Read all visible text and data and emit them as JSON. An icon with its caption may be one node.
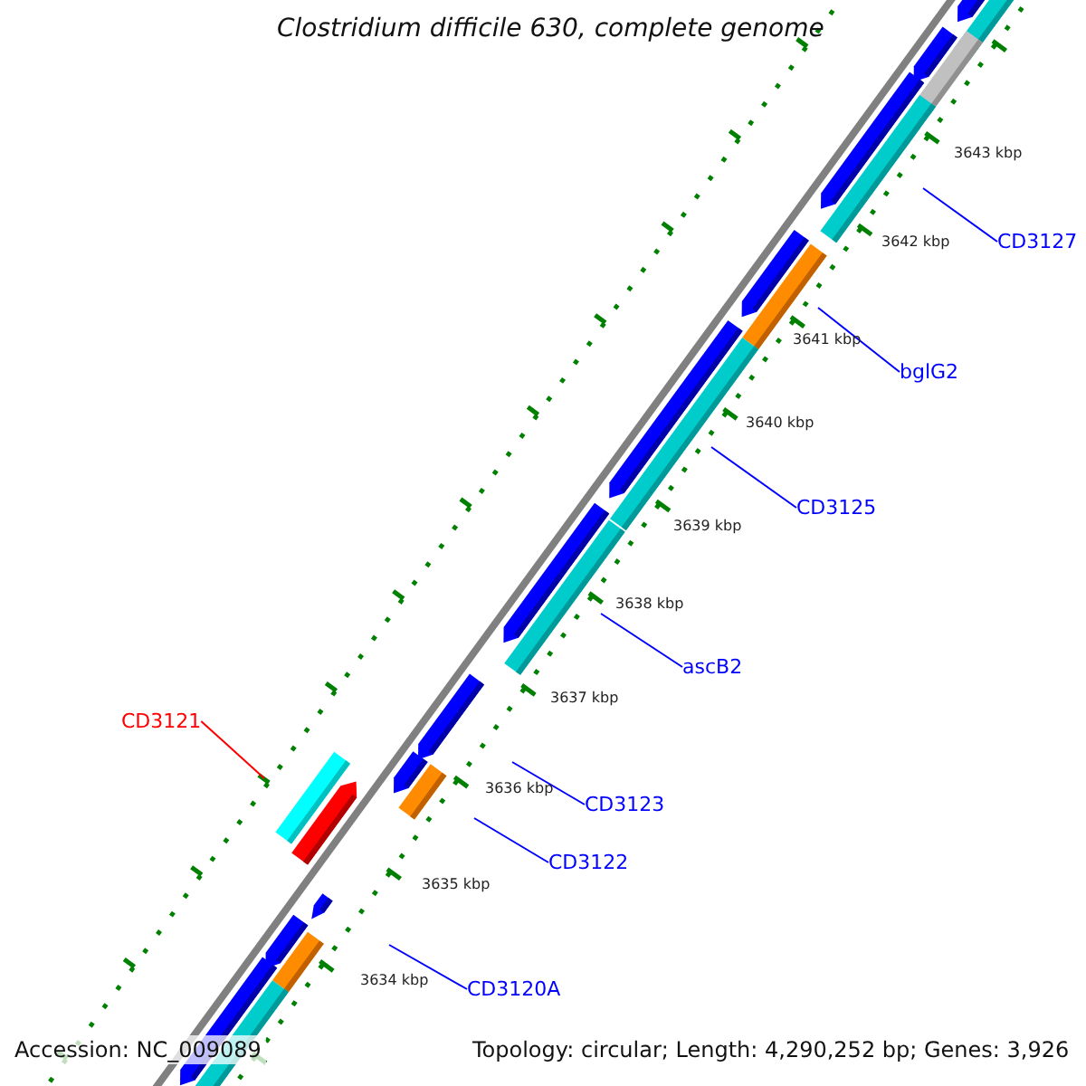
{
  "diagram": {
    "title": "Clostridium difficile 630, complete genome",
    "nodes": [
      {
        "text": [
          "CD3127"
        ]
      },
      {
        "text": [
          "bglG2"
        ]
      },
      {
        "text": [
          "CD3125"
        ]
      },
      {
        "text": [
          "ascB2"
        ]
      },
      {
        "text": [
          "CD3123"
        ]
      },
      {
        "text": [
          "CD3122"
        ]
      },
      {
        "text": [
          "CD3121"
        ]
      },
      {
        "text": [
          "CD3120A"
        ]
      }
    ],
    "edges": [
      {
        "from": 0,
        "to": null,
        "arrow": "none"
      },
      {
        "from": 1,
        "to": null,
        "arrow": "none"
      },
      {
        "from": 2,
        "to": null,
        "arrow": "none"
      },
      {
        "from": 3,
        "to": null,
        "arrow": "none"
      },
      {
        "from": 4,
        "to": null,
        "arrow": "none"
      },
      {
        "from": 5,
        "to": null,
        "arrow": "none"
      },
      {
        "from": 6,
        "to": null,
        "arrow": "none",
        "color": "#ff0000"
      },
      {
        "from": 7,
        "to": null,
        "arrow": "none"
      }
    ],
    "labels": [
      "3643 kbp",
      "3642 kbp",
      "3641 kbp",
      "3640 kbp",
      "3639 kbp",
      "3638 kbp",
      "3637 kbp",
      "3636 kbp",
      "3635 kbp",
      "3634 kbp",
      "Accession: NC_009089",
      "Topology: circular; Length: 4,290,252 bp; Genes: 3,926"
    ]
  }
}
